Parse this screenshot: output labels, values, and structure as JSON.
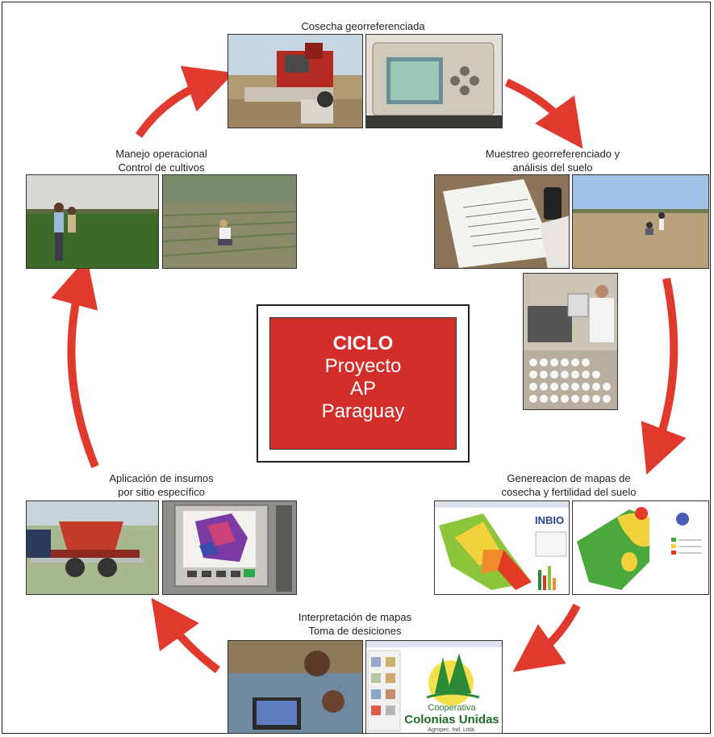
{
  "center": {
    "title": "CICLO",
    "line1": "Proyecto",
    "line2": "AP",
    "line3": "Paraguay"
  },
  "stages": {
    "harvest": {
      "line1": "Cosecha georreferenciada"
    },
    "sampling": {
      "line1": "Muestreo georreferenciado y",
      "line2": "análisis del suelo"
    },
    "maps": {
      "line1": "Genereacion de mapas de",
      "line2": "cosecha y fertilidad del suelo"
    },
    "interpretation": {
      "line1": "Interpretación de mapas",
      "line2": "Toma de desiciones"
    },
    "application": {
      "line1": "Aplicación de insumos",
      "line2": "por sitio específico"
    },
    "management": {
      "line1": "Manejo operacional",
      "line2": "Control de cultivos"
    }
  },
  "logo": {
    "line1": "Cooperativa",
    "line2": "Colonias Unidas",
    "line3": "Agropec. Ind. Ltda."
  },
  "map_brand": "INBIO",
  "colors": {
    "arrow": "#e03a2e",
    "center_fill": "#d42e2b",
    "frame": "#222222"
  }
}
